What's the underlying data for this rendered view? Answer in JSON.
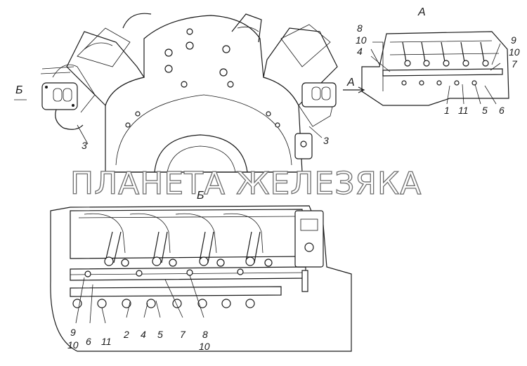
{
  "views": {
    "main": {
      "labels": {
        "view_b": "Б",
        "left_3": "3",
        "right_3": "3"
      }
    },
    "view_a": {
      "title": "А",
      "marker": "А",
      "labels": {
        "l8": "8",
        "l10a": "10",
        "l4": "4",
        "l9": "9",
        "l10b": "10",
        "l7": "7",
        "l1": "1",
        "l11": "11",
        "l5": "5",
        "l6": "6"
      }
    },
    "view_b": {
      "title": "Б",
      "labels": {
        "l9": "9",
        "l10a": "10",
        "l6": "6",
        "l11": "11",
        "l2": "2",
        "l4": "4",
        "l5": "5",
        "l7": "7",
        "l8": "8",
        "l10b": "10"
      }
    }
  },
  "watermark": "ПЛАНЕТА ЖЕЛЕЗЯКА",
  "colors": {
    "ink": "#1a1a1a",
    "watermark_outline": "#6e6e6e",
    "background": "#ffffff"
  }
}
